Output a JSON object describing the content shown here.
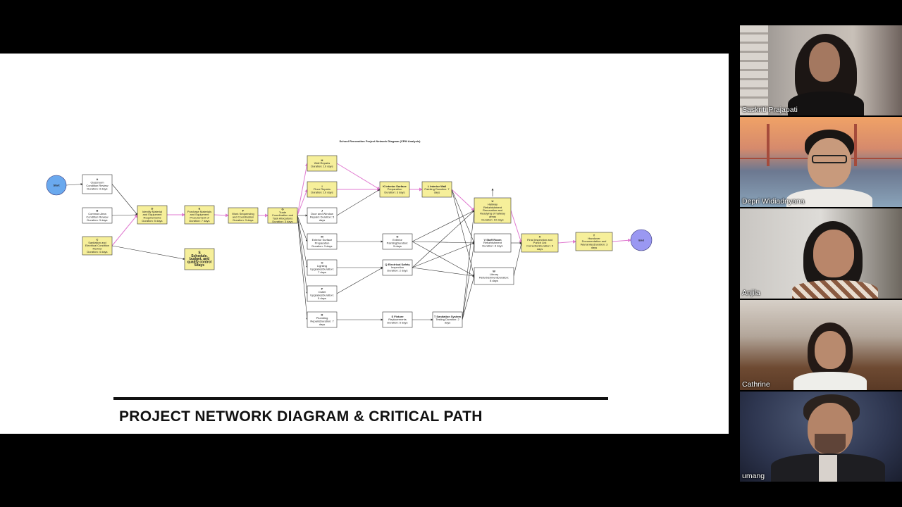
{
  "slide": {
    "title": "PROJECT NETWORK DIAGRAM & CRITICAL PATH",
    "diagram_title": "School Renovation Project Network Diagram (CPM Analysis)",
    "start_label": "Start",
    "end_label": "End",
    "nodes": [
      {
        "id": "A",
        "lines": [
          "A",
          "Classroom",
          "Condition Review",
          "Duration: 3 days"
        ]
      },
      {
        "id": "B",
        "lines": [
          "B",
          "Common Area",
          "Condition Review",
          "Duration: 3 days"
        ]
      },
      {
        "id": "C",
        "lines": [
          "C",
          "Sanitation and",
          "Electrical Condition",
          "Review",
          "Duration: 4 days"
        ]
      },
      {
        "id": "D",
        "lines": [
          "D",
          "Identify Material",
          "and Equipment",
          "Requirements",
          "Duration: 5 days"
        ]
      },
      {
        "id": "E",
        "lines": [
          "E",
          "Purchase Materials",
          "and Equipment",
          "Procurement of",
          "Duration: 7 days"
        ]
      },
      {
        "id": "F",
        "lines": [
          "F",
          "Work Sequencing",
          "and Coordination",
          "Duration: 3 days"
        ]
      },
      {
        "id": "G",
        "lines": [
          "G",
          "Trade",
          "Coordination and",
          "Task Allocations",
          "Duration: 3 days"
        ]
      },
      {
        "id": "S",
        "lines": [
          "S",
          "Schedule,",
          "budget, and",
          "quality control",
          "5days"
        ]
      },
      {
        "id": "H",
        "lines": [
          "H",
          "Wall Repairs",
          "Duration: 10 days"
        ]
      },
      {
        "id": "I",
        "lines": [
          "I",
          "Floor Repairs",
          "Duration: 10 days"
        ]
      },
      {
        "id": "J",
        "lines": [
          "J",
          "Door and Window",
          "Repairs Duration: 5",
          "days"
        ]
      },
      {
        "id": "M",
        "lines": [
          "M",
          "Exterior Surface",
          "Preparation",
          "Duration: 3 days"
        ]
      },
      {
        "id": "O",
        "lines": [
          "O",
          "Lighting",
          "UpgradesDuration:",
          "7 days"
        ]
      },
      {
        "id": "P",
        "lines": [
          "P",
          "Outlet",
          "UpgradesDuration:",
          "5 days"
        ]
      },
      {
        "id": "R",
        "lines": [
          "R",
          "Plumbing",
          "RepairsDuration: 7",
          "days"
        ]
      },
      {
        "id": "K",
        "lines": [
          "K Interior Surface",
          "Preparation",
          "Duration: 3 days"
        ]
      },
      {
        "id": "L",
        "lines": [
          "L Interior Wall",
          "Painting Duration: 7",
          "days"
        ]
      },
      {
        "id": "N",
        "lines": [
          "N",
          "Exterior",
          "PaintingDuration:",
          "5 days"
        ]
      },
      {
        "id": "Q",
        "lines": [
          "Q Electrical Safety",
          "Inspection",
          "Duration: 2 days"
        ]
      },
      {
        "id": "SS",
        "lines": [
          "S Fixture",
          "Replacements",
          "Duration: 5 days"
        ]
      },
      {
        "id": "T",
        "lines": [
          "T Sanitation System",
          "Testing Duration: 2",
          "days"
        ]
      },
      {
        "id": "U",
        "lines": [
          "U",
          "Hallway",
          "Refurbishment",
          "Renovation and",
          "Readying of hallway",
          "areas",
          "Duration: 10 days"
        ]
      },
      {
        "id": "V",
        "lines": [
          "V Staff Room",
          "Refurbishment",
          "Duration: 8 days"
        ]
      },
      {
        "id": "W",
        "lines": [
          "W",
          "Library",
          "RefurbishmentDuration:",
          "8 days"
        ]
      },
      {
        "id": "X",
        "lines": [
          "X",
          "Final Inspection and",
          "Punch List",
          "CorrectionDuration: 5",
          "days"
        ]
      },
      {
        "id": "Y",
        "lines": [
          "Y",
          "Handover",
          "Documentation and",
          "WarrantiesDuration: 3",
          "days"
        ]
      }
    ]
  },
  "participants": [
    {
      "name": "Saskriti Prajapati"
    },
    {
      "name": "Depri Widiadnyana"
    },
    {
      "name": "Anjila"
    },
    {
      "name": "Cathrine"
    },
    {
      "name": "umang"
    }
  ],
  "colors": {
    "critical_node_fill": "#f6ef9a",
    "normal_node_fill": "#ffffff",
    "terminal_fill": "#6aa9ee",
    "end_fill": "#9a98f2",
    "critical_edge": "#e07ad0",
    "edge": "#333333"
  }
}
